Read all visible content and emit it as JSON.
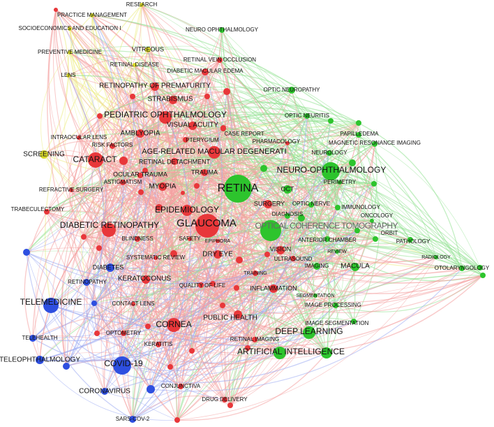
{
  "clusters": {
    "red": {
      "node": "#e8373a",
      "edge": "#f4a0a0"
    },
    "green": {
      "node": "#2dc42d",
      "edge": "#94e294"
    },
    "blue": {
      "node": "#2e4fe0",
      "edge": "#9aa9f2"
    },
    "yellow": {
      "node": "#d8d82a",
      "edge": "#ecec86"
    }
  },
  "nodes": [
    {
      "label": "RESEARCH",
      "cluster": "yellow"
    },
    {
      "label": "PRACTICE MANAGEMENT",
      "cluster": "yellow"
    },
    {
      "label": "SOCIOECONOMICS AND EDUCATION I",
      "cluster": "yellow"
    },
    {
      "label": "PREVENTIVE MEDICINE",
      "cluster": "yellow"
    },
    {
      "label": "VITREOUS",
      "cluster": "yellow"
    },
    {
      "label": "RETINAL DISEASE",
      "cluster": "yellow"
    },
    {
      "label": "LENS",
      "cluster": "yellow"
    },
    {
      "label": "SCREENING",
      "cluster": "yellow"
    },
    {
      "label": "NEURO OPHTHALMOLOGY",
      "cluster": "green"
    },
    {
      "label": "OPTIC NEUROPATHY",
      "cluster": "green"
    },
    {
      "label": "OPTIC NEURITIS",
      "cluster": "green"
    },
    {
      "label": "PAPILLEDEMA",
      "cluster": "green"
    },
    {
      "label": "MAGNETIC RESONANCE IMAGING",
      "cluster": "green"
    },
    {
      "label": "NEUROLOGY",
      "cluster": "green"
    },
    {
      "label": "NEURO-OPHTHALMOLOGY",
      "cluster": "green"
    },
    {
      "label": "PERIMETRY",
      "cluster": "green"
    },
    {
      "label": "OCT",
      "cluster": "green"
    },
    {
      "label": "RETINA",
      "cluster": "green"
    },
    {
      "label": "DIAGNOSIS",
      "cluster": "green"
    },
    {
      "label": "OPTIC NERVE",
      "cluster": "green"
    },
    {
      "label": "IMMUNOLOGY",
      "cluster": "green"
    },
    {
      "label": "OPTICAL COHERENCE TOMOGRAPHY",
      "cluster": "green"
    },
    {
      "label": "ORBIT",
      "cluster": "green"
    },
    {
      "label": "ONCOLOGY",
      "cluster": "green"
    },
    {
      "label": "ANTERIOR CHAMBER",
      "cluster": "green"
    },
    {
      "label": "PATHOLOGY",
      "cluster": "green"
    },
    {
      "label": "REVIEW",
      "cluster": "green"
    },
    {
      "label": "RADIOLOGY",
      "cluster": "green"
    },
    {
      "label": "OTOLARYNGOLOGY",
      "cluster": "green"
    },
    {
      "label": "IMAGING",
      "cluster": "green"
    },
    {
      "label": "MACULA",
      "cluster": "green"
    },
    {
      "label": "SEGMENTATION",
      "cluster": "green"
    },
    {
      "label": "IMAGE PROCESSING",
      "cluster": "green"
    },
    {
      "label": "IMAGE SEGMENTATION",
      "cluster": "green"
    },
    {
      "label": "DEEP LEARNING",
      "cluster": "green"
    },
    {
      "label": "ARTIFICIAL INTELLIGENCE",
      "cluster": "green"
    },
    {
      "label": "RETINAL VEIN OCCLUSION",
      "cluster": "red"
    },
    {
      "label": "DIABETIC MACULAR EDEMA",
      "cluster": "red"
    },
    {
      "label": "RETINOPATHY OF PREMATURITY",
      "cluster": "red"
    },
    {
      "label": "STRABISMUS",
      "cluster": "red"
    },
    {
      "label": "PEDIATRIC OPHTHALMOLOGY",
      "cluster": "red"
    },
    {
      "label": "VISUAL ACUITY",
      "cluster": "red"
    },
    {
      "label": "CASE REPORT",
      "cluster": "red"
    },
    {
      "label": "AMBLYOPIA",
      "cluster": "red"
    },
    {
      "label": "PTERYGIUM",
      "cluster": "red"
    },
    {
      "label": "INTRAOCULAR LENS",
      "cluster": "red"
    },
    {
      "label": "RISK FACTORS",
      "cluster": "red"
    },
    {
      "label": "AGE-RELATED MACULAR DEGENERATI",
      "cluster": "red"
    },
    {
      "label": "CATARACT",
      "cluster": "red"
    },
    {
      "label": "RETINAL DETACHMENT",
      "cluster": "red"
    },
    {
      "label": "PHARMACOLOGY",
      "cluster": "red"
    },
    {
      "label": "TRAUMA",
      "cluster": "red"
    },
    {
      "label": "OCULAR TRAUMA",
      "cluster": "red"
    },
    {
      "label": "ASTIGMATISM",
      "cluster": "red"
    },
    {
      "label": "MYOPIA",
      "cluster": "red"
    },
    {
      "label": "REFRACTIVE SURGERY",
      "cluster": "red"
    },
    {
      "label": "TRABECULECTOMY",
      "cluster": "red"
    },
    {
      "label": "SURGERY",
      "cluster": "red"
    },
    {
      "label": "EPIDEMIOLOGY",
      "cluster": "red"
    },
    {
      "label": "DIABETIC RETINOPATHY",
      "cluster": "red"
    },
    {
      "label": "GLAUCOMA",
      "cluster": "red"
    },
    {
      "label": "BLINDNESS",
      "cluster": "red"
    },
    {
      "label": "SAFETY",
      "cluster": "red"
    },
    {
      "label": "EPIPHORA",
      "cluster": "red"
    },
    {
      "label": "SYSTEMATIC REVIEW",
      "cluster": "red"
    },
    {
      "label": "DRY EYE",
      "cluster": "red"
    },
    {
      "label": "VISION",
      "cluster": "red"
    },
    {
      "label": "ULTRASOUND",
      "cluster": "red"
    },
    {
      "label": "TRAINING",
      "cluster": "red"
    },
    {
      "label": "KERATOCONUS",
      "cluster": "red"
    },
    {
      "label": "QUALITY OF LIFE",
      "cluster": "red"
    },
    {
      "label": "INFLAMMATION",
      "cluster": "red"
    },
    {
      "label": "CONTACT LENS",
      "cluster": "red"
    },
    {
      "label": "CORNEA",
      "cluster": "red"
    },
    {
      "label": "PUBLIC HEALTH",
      "cluster": "red"
    },
    {
      "label": "OPTOMETRY",
      "cluster": "red"
    },
    {
      "label": "KERATITIS",
      "cluster": "red"
    },
    {
      "label": "RETINAL IMAGING",
      "cluster": "red"
    },
    {
      "label": "CONJUNCTIVA",
      "cluster": "red"
    },
    {
      "label": "DRUG DELIVERY",
      "cluster": "red"
    },
    {
      "label": "DIABETES",
      "cluster": "blue"
    },
    {
      "label": "RETINOPATHY",
      "cluster": "blue"
    },
    {
      "label": "TELEMEDICINE",
      "cluster": "blue"
    },
    {
      "label": "TELEHEALTH",
      "cluster": "blue"
    },
    {
      "label": "TELEOPHTHALMOLOGY",
      "cluster": "blue"
    },
    {
      "label": "COVID-19",
      "cluster": "blue"
    },
    {
      "label": "CORONAVIRUS",
      "cluster": "blue"
    },
    {
      "label": "SARS-COV-2",
      "cluster": "blue"
    }
  ]
}
